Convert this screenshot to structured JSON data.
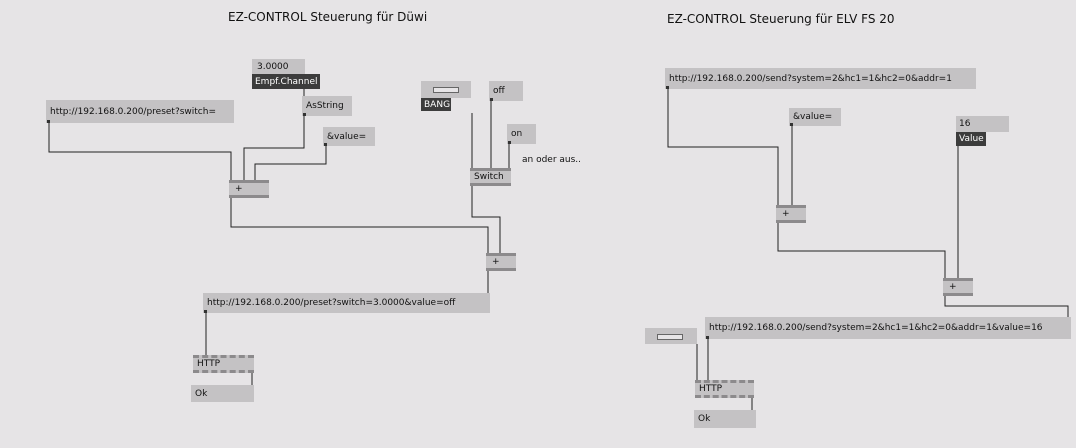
{
  "titles": {
    "left": "EZ-CONTROL Steuerung für Düwi",
    "right": "EZ-CONTROL Steuerung für ELV FS 20"
  },
  "left_patch": {
    "channel_value": "3.0000",
    "channel_label": "Empf.Channel",
    "asstring": "AsString",
    "url_prefix": "http://192.168.0.200/preset?switch=",
    "value_param": "&value=",
    "concat1": "+",
    "bang_label": "BANG",
    "off_value": "off",
    "on_value": "on",
    "switch_label": "Switch",
    "switch_comment": "an oder aus..",
    "concat2": "+",
    "result_url": "http://192.168.0.200/preset?switch=3.0000&value=off",
    "http_label": "HTTP",
    "ok_label": "Ok"
  },
  "right_patch": {
    "url_prefix": "http://192.168.0.200/send?system=2&hc1=1&hc2=0&addr=1",
    "value_param": "&value=",
    "concat1": "+",
    "value_number": "16",
    "value_label": "Value",
    "concat2": "+",
    "result_url": "http://192.168.0.200/send?system=2&hc1=1&hc2=0&addr=1&value=16",
    "http_label": "HTTP",
    "ok_label": "Ok"
  }
}
